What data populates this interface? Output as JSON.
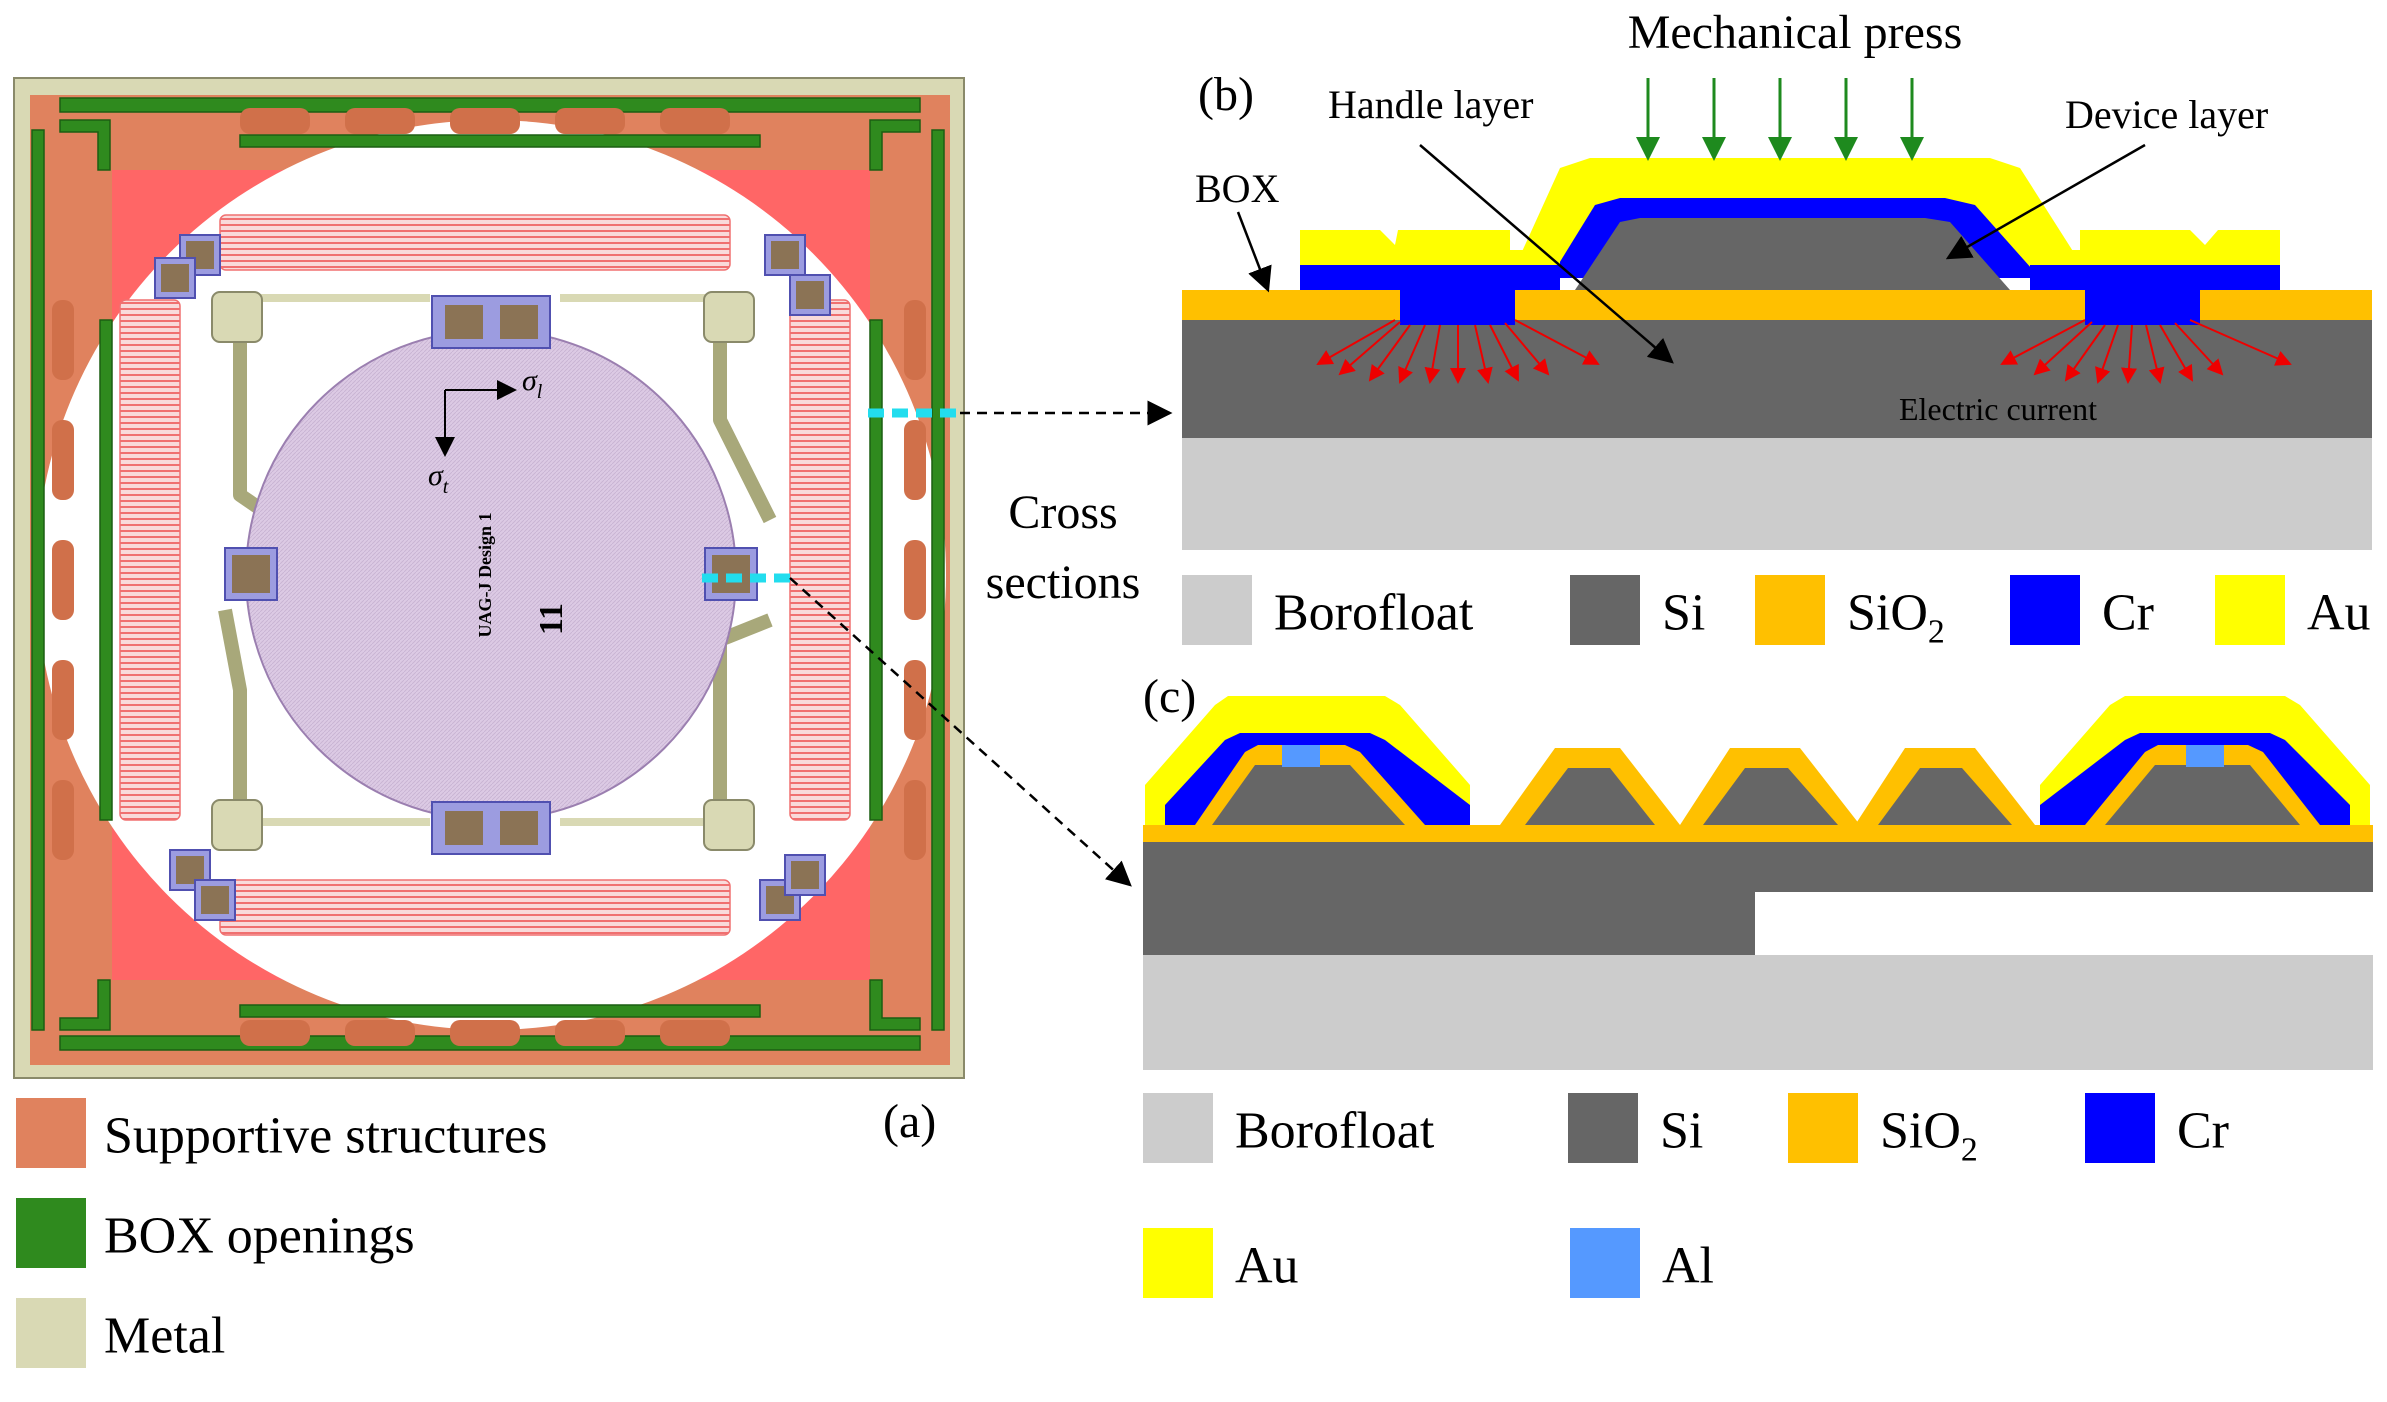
{
  "panels": {
    "a_label": "(a)",
    "b_label": "(b)",
    "c_label": "(c)"
  },
  "layout_view": {
    "sigma_l": "σ",
    "sigma_l_sub": "l",
    "sigma_t": "σ",
    "sigma_t_sub": "t",
    "chip_text_1": "UAG-J Design 1",
    "chip_text_2": "11",
    "cross_sections": "Cross sections",
    "cross_sections_line1": "Cross",
    "cross_sections_line2": "sections"
  },
  "legend_a": [
    {
      "label": "Supportive structures",
      "color": "#E0825E"
    },
    {
      "label": "BOX openings",
      "color": "#2F8A1E"
    },
    {
      "label": "Metal",
      "color": "#D9D9B4"
    }
  ],
  "section_b": {
    "mechanical_press": "Mechanical press",
    "handle_layer": "Handle layer",
    "device_layer": "Device layer",
    "box": "BOX",
    "electric_current": "Electric current",
    "legend": [
      {
        "label": "Borofloat",
        "color": "#CCCCCC"
      },
      {
        "label": "Si",
        "color": "#666666"
      },
      {
        "label": "SiO",
        "sub": "2",
        "color": "#FFC000"
      },
      {
        "label": "Cr",
        "color": "#0000FF"
      },
      {
        "label": "Au",
        "color": "#FFFF00"
      }
    ]
  },
  "section_c": {
    "legend": [
      {
        "label": "Borofloat",
        "color": "#CCCCCC"
      },
      {
        "label": "Si",
        "color": "#666666"
      },
      {
        "label": "SiO",
        "sub": "2",
        "color": "#FFC000"
      },
      {
        "label": "Cr",
        "color": "#0000FF"
      },
      {
        "label": "Au",
        "color": "#FFFF00"
      },
      {
        "label": "Al",
        "color": "#5599FF"
      }
    ]
  },
  "colors": {
    "support": "#E0825E",
    "support_dark": "#C8704E",
    "box_opening": "#2F8A1E",
    "metal": "#D9D9B4",
    "membrane": "#D9C6E0",
    "resistor": "#F07070",
    "pad": "#8B7355",
    "pad_frame": "#8080D0",
    "cyan": "#22DDEE",
    "borofloat": "#CCCCCC",
    "si": "#666666",
    "sio2": "#FFC000",
    "cr": "#0000FF",
    "au": "#FFFF00",
    "al": "#5599FF",
    "green_arrow": "#1E8A1E",
    "red_arrow": "#EE0000"
  }
}
